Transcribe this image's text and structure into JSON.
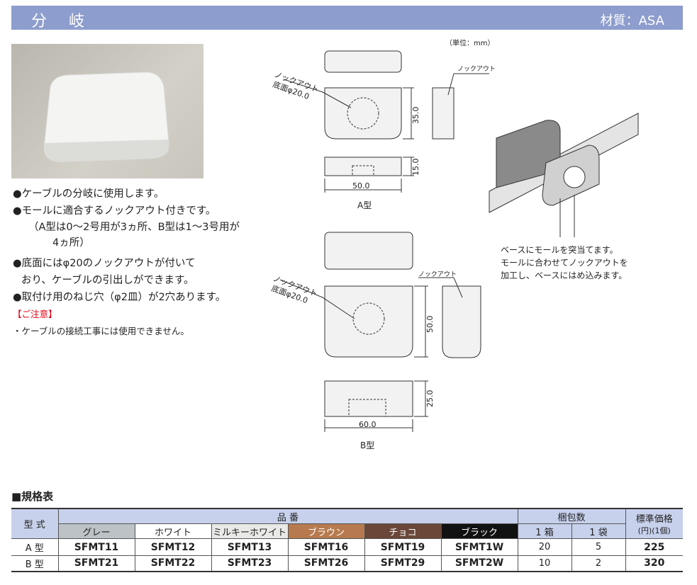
{
  "header": {
    "title": "分 岐",
    "material": "材質：ASA"
  },
  "features": [
    "●ケーブルの分岐に使用します。",
    "●モールに適合するノックアウト付きです。",
    "（A型は0～2号用が3ヵ所、B型は1～3号用が",
    "4ヵ所）",
    "●底面にはφ20のノックアウトが付いて",
    "おり、ケーブルの引出しができます。",
    "●取付け用のねじ穴（φ2皿）が2穴あります。"
  ],
  "caution": {
    "title": "【ご注意】",
    "text": "・ケーブルの接続工事には使用できません。"
  },
  "drawing": {
    "unit": "（単位：mm）",
    "knockout": "ノックアウト",
    "bottom_hole": "底面φ20.0",
    "a": {
      "height": "35.0",
      "depth": "15.0",
      "width": "50.0",
      "label": "A型"
    },
    "b": {
      "height": "50.0",
      "depth": "25.0",
      "width": "60.0",
      "label": "B型"
    }
  },
  "caption": [
    "ベースにモールを突当てます。",
    "モールに合わせてノックアウトを",
    "加工し、ベースにはめ込みます。"
  ],
  "spec": {
    "title": "■規格表",
    "headers": {
      "model": "型 式",
      "part": "品 番",
      "pack": "梱包数",
      "price": "標準価格",
      "price_unit": "(円)(1個)",
      "box": "1 箱",
      "bag": "1 袋"
    },
    "colors": [
      {
        "name": "グレー",
        "bg": "#bcc2c6",
        "fg": "#222"
      },
      {
        "name": "ホワイト",
        "bg": "#ffffff",
        "fg": "#222"
      },
      {
        "name": "ミルキーホワイト",
        "bg": "#e9e9e7",
        "fg": "#222"
      },
      {
        "name": "ブラウン",
        "bg": "#b77a4e",
        "fg": "#fff"
      },
      {
        "name": "チョコ",
        "bg": "#6a4738",
        "fg": "#fff"
      },
      {
        "name": "ブラック",
        "bg": "#111111",
        "fg": "#fff"
      }
    ],
    "rows": [
      {
        "model": "A 型",
        "parts": [
          "SFMT11",
          "SFMT12",
          "SFMT13",
          "SFMT16",
          "SFMT19",
          "SFMT1W"
        ],
        "box": "20",
        "bag": "5",
        "price": "225"
      },
      {
        "model": "B 型",
        "parts": [
          "SFMT21",
          "SFMT22",
          "SFMT23",
          "SFMT26",
          "SFMT29",
          "SFMT2W"
        ],
        "box": "10",
        "bag": "2",
        "price": "320"
      }
    ]
  }
}
